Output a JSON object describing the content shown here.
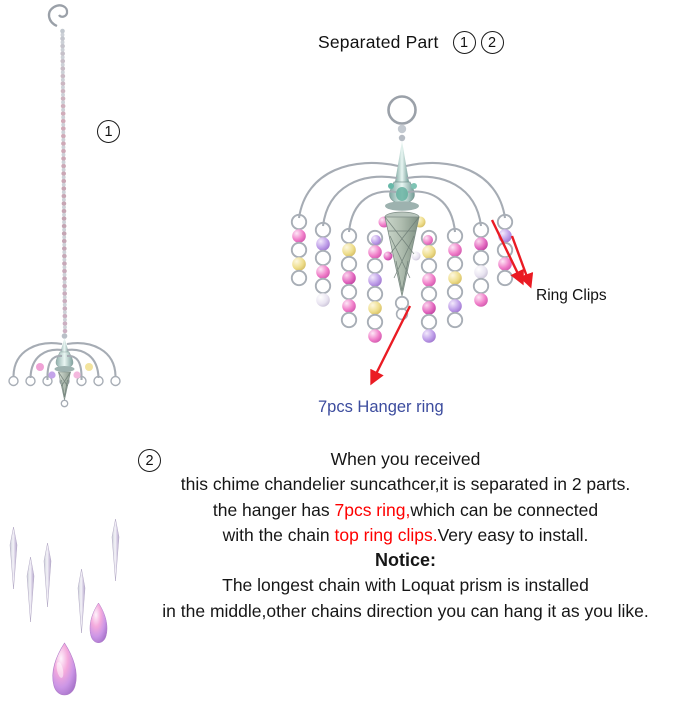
{
  "colors": {
    "background": "#ffffff",
    "highlight_red": "#fe0000",
    "callout_blue": "#3c4c9e",
    "arrow_red": "#ea1b23"
  },
  "separated_part": {
    "label": "Separated Part",
    "part1": "1",
    "part2": "2"
  },
  "part_badges": {
    "chain": "1",
    "strands": "2"
  },
  "callouts": {
    "ring_clips": "Ring Clips",
    "hanger_ring": "7pcs Hanger ring"
  },
  "instructions": {
    "line1": "When you received",
    "line2": "this chime chandelier suncathcer,it is separated in 2 parts.",
    "line3_pre": "the hanger has ",
    "line3_red": "7pcs ring,",
    "line3_post": "which can be connected",
    "line4_pre": "with the chain ",
    "line4_red": "top ring clips.",
    "line4_post": "Very easy to install.",
    "notice": "Notice:",
    "line5": "The longest chain with Loquat prism is installed",
    "line6": "in the middle,other chains direction you can hang it as you like."
  }
}
